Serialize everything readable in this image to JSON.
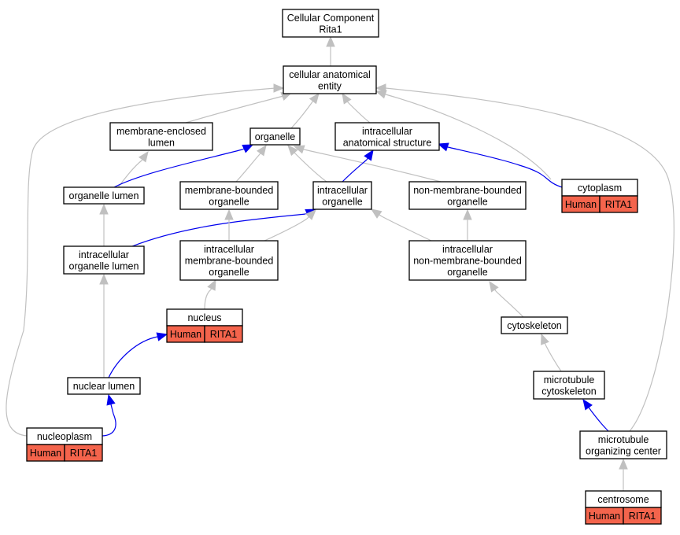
{
  "colors": {
    "gray_edge": "#c0c0c0",
    "blue_edge": "#0000ee",
    "annotation_fill": "#f4644c"
  },
  "nodes": {
    "root": [
      "Cellular Component",
      "Rita1"
    ],
    "cellular_anatomical_entity": [
      "cellular anatomical",
      "entity"
    ],
    "membrane_enclosed_lumen": [
      "membrane-enclosed",
      "lumen"
    ],
    "organelle": [
      "organelle"
    ],
    "intracellular_anatomical_structure": [
      "intracellular",
      "anatomical structure"
    ],
    "organelle_lumen": [
      "organelle lumen"
    ],
    "membrane_bounded_organelle": [
      "membrane-bounded",
      "organelle"
    ],
    "intracellular_organelle": [
      "intracellular",
      "organelle"
    ],
    "non_membrane_bounded_organelle": [
      "non-membrane-bounded",
      "organelle"
    ],
    "cytoplasm": [
      "cytoplasm"
    ],
    "intracellular_organelle_lumen": [
      "intracellular",
      "organelle lumen"
    ],
    "intracellular_membrane_bounded_organelle": [
      "intracellular",
      "membrane-bounded",
      "organelle"
    ],
    "intracellular_non_membrane_bounded_organelle": [
      "intracellular",
      "non-membrane-bounded",
      "organelle"
    ],
    "nucleus": [
      "nucleus"
    ],
    "cytoskeleton": [
      "cytoskeleton"
    ],
    "nuclear_lumen": [
      "nuclear lumen"
    ],
    "microtubule_cytoskeleton": [
      "microtubule",
      "cytoskeleton"
    ],
    "nucleoplasm": [
      "nucleoplasm"
    ],
    "microtubule_organizing_center": [
      "microtubule",
      "organizing center"
    ],
    "centrosome": [
      "centrosome"
    ]
  },
  "annotations": {
    "cytoplasm": [
      "Human",
      "RITA1"
    ],
    "nucleus": [
      "Human",
      "RITA1"
    ],
    "nucleoplasm": [
      "Human",
      "RITA1"
    ],
    "centrosome": [
      "Human",
      "RITA1"
    ]
  },
  "edges": [
    {
      "from": "cellular_anatomical_entity",
      "to": "root",
      "color": "gray"
    },
    {
      "from": "membrane_enclosed_lumen",
      "to": "cellular_anatomical_entity",
      "color": "gray"
    },
    {
      "from": "organelle",
      "to": "cellular_anatomical_entity",
      "color": "gray"
    },
    {
      "from": "intracellular_anatomical_structure",
      "to": "cellular_anatomical_entity",
      "color": "gray"
    },
    {
      "from": "cytoplasm",
      "to": "cellular_anatomical_entity",
      "color": "gray"
    },
    {
      "from": "nucleoplasm",
      "to": "cellular_anatomical_entity",
      "color": "gray"
    },
    {
      "from": "microtubule_organizing_center",
      "to": "cellular_anatomical_entity",
      "color": "gray"
    },
    {
      "from": "organelle_lumen",
      "to": "membrane_enclosed_lumen",
      "color": "gray"
    },
    {
      "from": "organelle_lumen",
      "to": "organelle",
      "color": "blue"
    },
    {
      "from": "membrane_bounded_organelle",
      "to": "organelle",
      "color": "gray"
    },
    {
      "from": "intracellular_organelle",
      "to": "organelle",
      "color": "gray"
    },
    {
      "from": "non_membrane_bounded_organelle",
      "to": "organelle",
      "color": "gray"
    },
    {
      "from": "intracellular_organelle",
      "to": "intracellular_anatomical_structure",
      "color": "blue"
    },
    {
      "from": "cytoplasm",
      "to": "intracellular_anatomical_structure",
      "color": "blue"
    },
    {
      "from": "intracellular_organelle_lumen",
      "to": "organelle_lumen",
      "color": "gray"
    },
    {
      "from": "intracellular_organelle_lumen",
      "to": "intracellular_organelle",
      "color": "blue"
    },
    {
      "from": "intracellular_membrane_bounded_organelle",
      "to": "membrane_bounded_organelle",
      "color": "gray"
    },
    {
      "from": "intracellular_membrane_bounded_organelle",
      "to": "intracellular_organelle",
      "color": "gray"
    },
    {
      "from": "intracellular_non_membrane_bounded_organelle",
      "to": "intracellular_organelle",
      "color": "gray"
    },
    {
      "from": "intracellular_non_membrane_bounded_organelle",
      "to": "non_membrane_bounded_organelle",
      "color": "gray"
    },
    {
      "from": "nucleus",
      "to": "intracellular_membrane_bounded_organelle",
      "color": "gray"
    },
    {
      "from": "nuclear_lumen",
      "to": "intracellular_organelle_lumen",
      "color": "gray"
    },
    {
      "from": "nuclear_lumen",
      "to": "nucleus",
      "color": "blue"
    },
    {
      "from": "cytoskeleton",
      "to": "intracellular_non_membrane_bounded_organelle",
      "color": "gray"
    },
    {
      "from": "microtubule_cytoskeleton",
      "to": "cytoskeleton",
      "color": "gray"
    },
    {
      "from": "nucleoplasm",
      "to": "nuclear_lumen",
      "color": "blue"
    },
    {
      "from": "microtubule_organizing_center",
      "to": "microtubule_cytoskeleton",
      "color": "blue"
    },
    {
      "from": "centrosome",
      "to": "microtubule_organizing_center",
      "color": "gray"
    }
  ]
}
